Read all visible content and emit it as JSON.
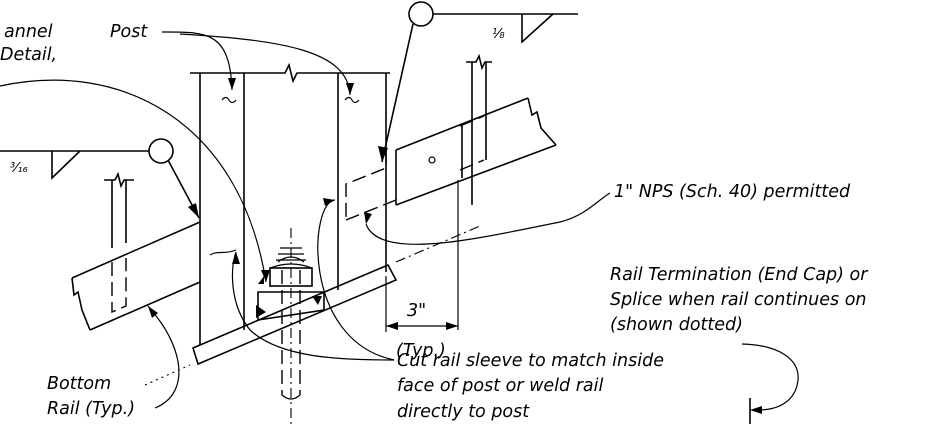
{
  "labels": {
    "channel_detail_line1": "annel",
    "channel_detail_line2": "Detail,",
    "post": "Post",
    "weld_top": "⅛",
    "weld_left": "³⁄₁₆",
    "nps": "1\" NPS (Sch. 40) permitted",
    "termination_line1": "Rail Termination (End Cap) or",
    "termination_line2": "Splice when rail continues on",
    "termination_line3": "(shown dotted)",
    "dim_value": "3\"",
    "dim_note": "(Typ.)",
    "cut_line1": "Cut rail sleeve to match inside",
    "cut_line2": "face of post or weld rail",
    "cut_line3": "directly to post",
    "bottom_rail_line1": "Bottom",
    "bottom_rail_line2": "Rail (Typ.)"
  }
}
